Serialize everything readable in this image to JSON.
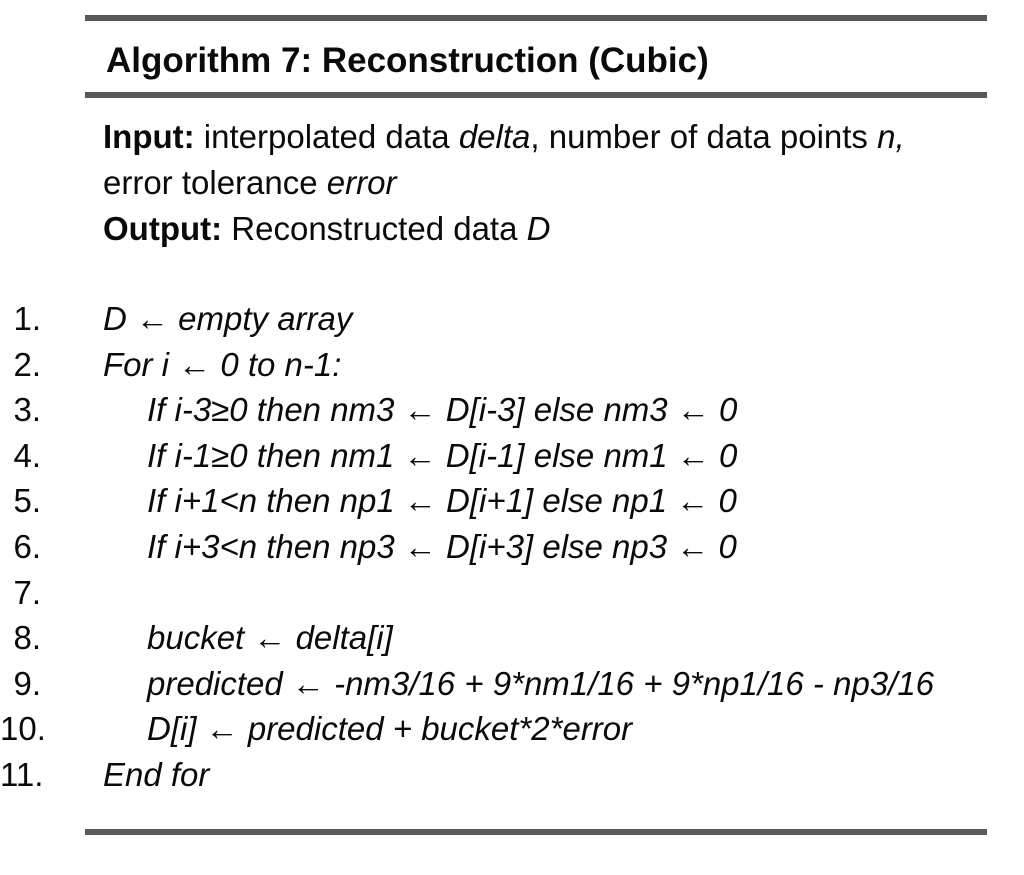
{
  "algorithm": {
    "title": "Algorithm 7: Reconstruction (Cubic)",
    "io": {
      "input_label": "Input:",
      "input_text_1": " interpolated data ",
      "input_var_1": "delta",
      "input_text_2": ", number of data points ",
      "input_var_2": "n,",
      "input_text_3": "error tolerance ",
      "input_var_3": "error",
      "output_label": "Output:",
      "output_text": " Reconstructed data ",
      "output_var": "D"
    },
    "lines": [
      {
        "num": "1.",
        "text": "D ← empty array"
      },
      {
        "num": "2.",
        "text": "For i ← 0 to n-1:"
      },
      {
        "num": "3.",
        "text": "If i-3≥0 then nm3 ← D[i-3] else nm3 ← 0"
      },
      {
        "num": "4.",
        "text": "If i-1≥0 then nm1 ← D[i-1] else nm1 ← 0"
      },
      {
        "num": "5.",
        "text": "If i+1<n then np1 ← D[i+1] else np1 ← 0"
      },
      {
        "num": "6.",
        "text": "If i+3<n then np3 ← D[i+3] else np3 ← 0"
      },
      {
        "num": "7.",
        "text": ""
      },
      {
        "num": "8.",
        "text": "bucket ← delta[i]"
      },
      {
        "num": "9.",
        "text": "predicted ← -nm3/16 + 9*nm1/16 + 9*np1/16 - np3/16"
      },
      {
        "num": "10.",
        "text": "D[i] ← predicted + bucket*2*error"
      },
      {
        "num": "11.",
        "text": "End for"
      }
    ]
  },
  "colors": {
    "rule": "#58595b",
    "text": "#0a0a0a",
    "background": "#ffffff"
  }
}
